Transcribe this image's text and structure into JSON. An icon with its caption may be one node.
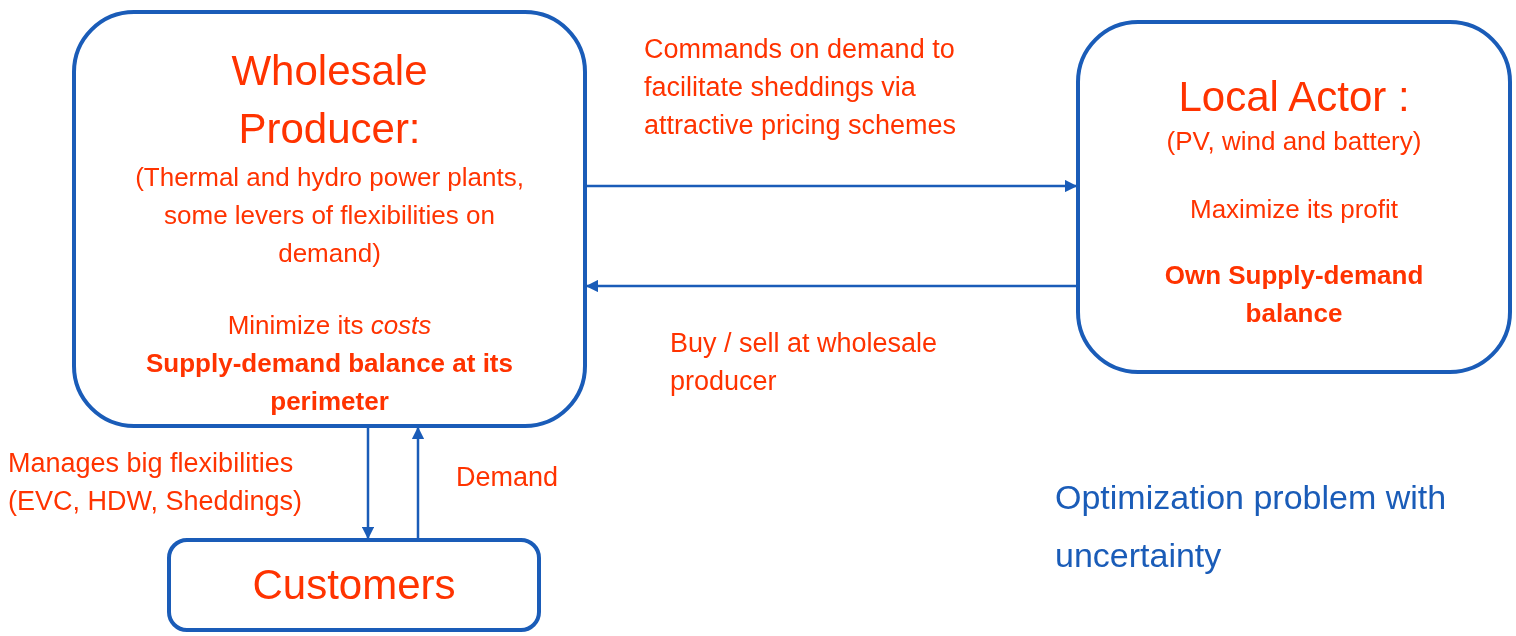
{
  "diagram": {
    "nodes": [
      {
        "text": [
          "Wholesale Producer:",
          "(Thermal and hydro power plants, some levers of flexibilities on demand)",
          "Minimize its *costs*",
          "Supply-demand balance at its perimeter"
        ]
      },
      {
        "text": [
          "Local Actor :",
          "(PV, wind and battery)",
          "Maximize its profit",
          "Own Supply-demand balance"
        ]
      },
      {
        "text": [
          "Customers"
        ]
      }
    ],
    "edges": [
      {
        "from": 0,
        "to": 1,
        "arrow": "to",
        "label": "Commands on demand to facilitate sheddings via attractive pricing schemes"
      },
      {
        "from": 1,
        "to": 0,
        "arrow": "to",
        "label": "Buy / sell at wholesale producer"
      },
      {
        "from": 0,
        "to": 2,
        "arrow": "to",
        "label": "Manages big flexibilities (EVC, HDW, Sheddings)"
      },
      {
        "from": 2,
        "to": 0,
        "arrow": "to",
        "label": "Demand"
      }
    ],
    "labels": [
      "Optimization problem with uncertainty"
    ]
  }
}
